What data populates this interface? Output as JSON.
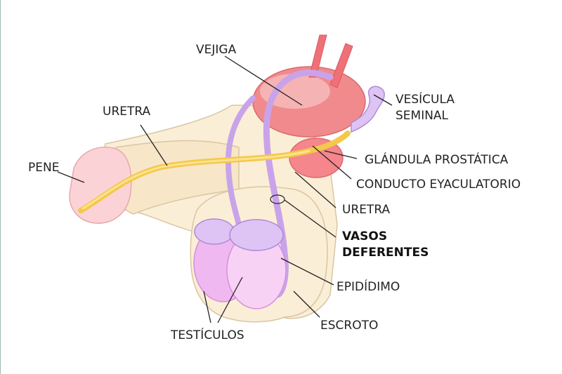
{
  "labels": {
    "vejiga": "VEJIGA",
    "vesicula_line1": "VESÍCULA",
    "vesicula_line2": "SEMINAL",
    "uretra_top": "URETRA",
    "pene": "PENE",
    "glandula": "GLÁNDULA PROSTÁTICA",
    "conducto": "CONDUCTO EYACULATORIO",
    "uretra_right": "URETRA",
    "vasos_line1": "VASOS",
    "vasos_line2": "DEFERENTES",
    "epididimo": "EPIDÍDIMO",
    "escroto": "ESCROTO",
    "testiculos": "TESTÍCULOS"
  },
  "colors": {
    "bladder": "#f08a8c",
    "bladder_light": "#f6b3b3",
    "ureter": "#f07078",
    "skin": "#fbeed6",
    "skin_shade": "#f2dfbd",
    "skin_outline": "#d9c6a2",
    "urethra": "#f4c84a",
    "urethra_light": "#fbe38e",
    "glans": "#fbd3d6",
    "vas": "#c9a3ea",
    "vas_light": "#dec3f5",
    "testis": "#f0b8f0",
    "testis_light": "#f7d2f5",
    "prostate": "#f4868c",
    "leader": "#222222"
  }
}
